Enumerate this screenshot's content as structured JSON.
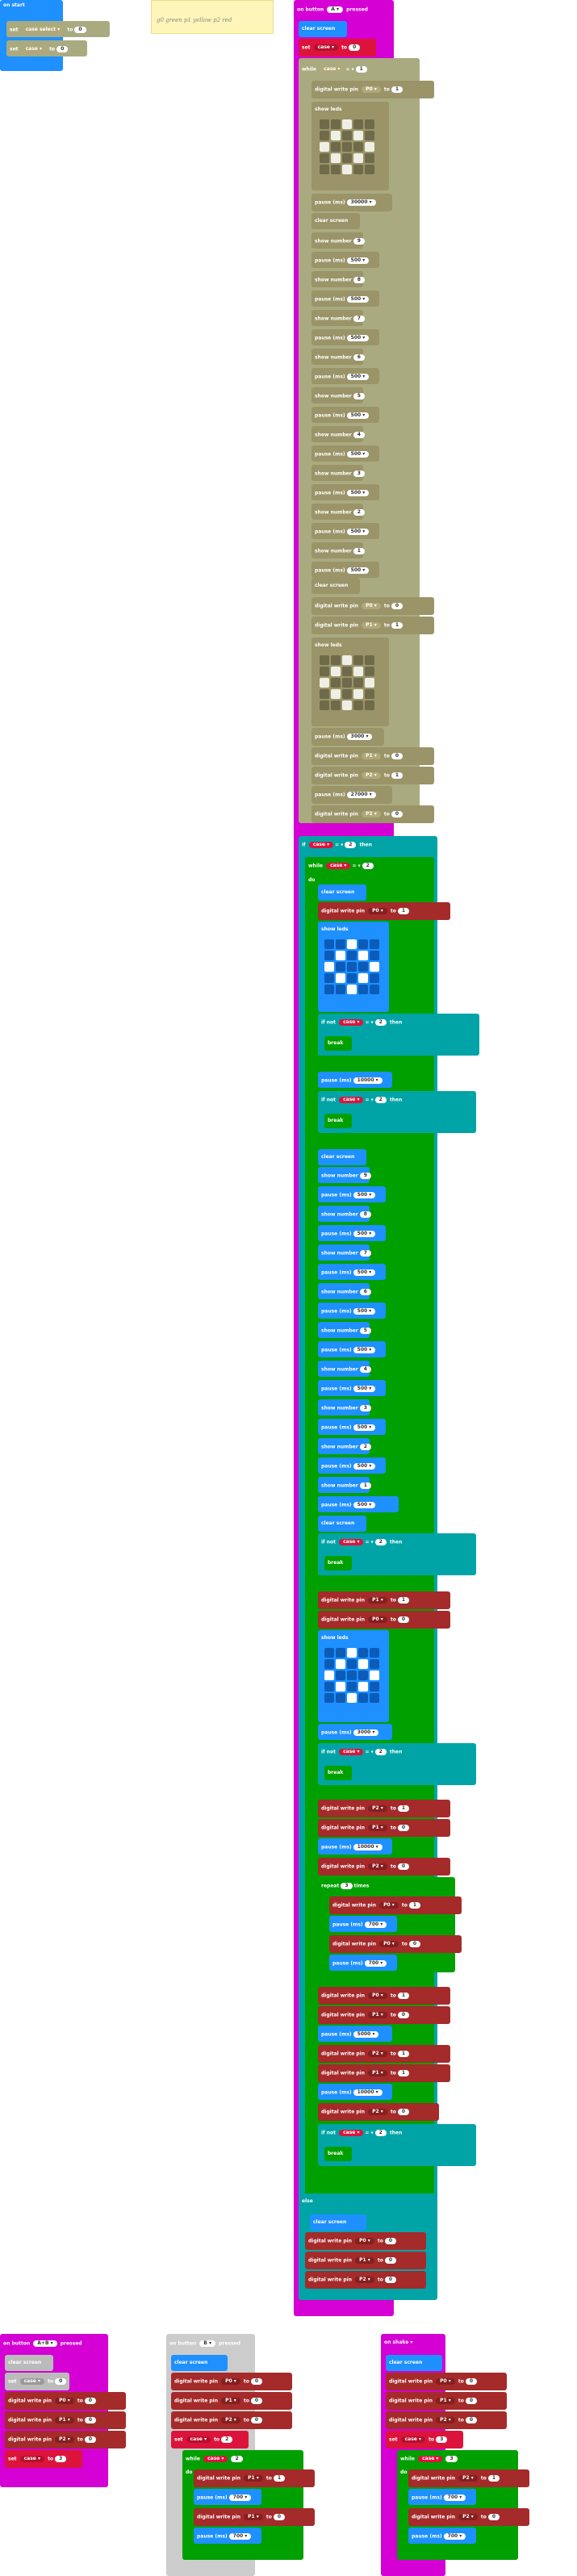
{
  "comment": {
    "text": "g0 green p1 yellow p2 red"
  },
  "on_start": {
    "label": "on start",
    "set1": "set",
    "var1": "case select ▾",
    "to1": "to",
    "val1": "0",
    "set2": "set",
    "var2": "case ▾",
    "to2": "to",
    "val2": "0"
  },
  "btnA": {
    "label": "on button",
    "key": "A ▾",
    "pressed": "pressed",
    "clear": "clear screen",
    "set": "set",
    "var": "case ▾",
    "to": "to",
    "val": "0",
    "while": "while",
    "cond_var": "case ▾",
    "eq": "= ▾",
    "cond_val": "1",
    "dw1": "digital write pin",
    "p1": "P0 ▾",
    "to_a": "to",
    "v_a": "1",
    "show_leds": "show leds",
    "pause1": "pause (ms)",
    "pv1": "30000 ▾",
    "clear2": "clear screen",
    "sn": "show number",
    "pause": "pause (ms)",
    "pv": "500 ▾",
    "nums": [
      "9",
      "8",
      "7",
      "6",
      "5",
      "4",
      "3",
      "2",
      "1"
    ],
    "clear3": "clear screen",
    "dwp2": "P0 ▾",
    "v0": "0",
    "dwp1": "P1 ▾",
    "v1": "1",
    "pv2": "3000 ▾",
    "dwp1b": "P1 ▾",
    "dwp2b": "P2 ▾",
    "pv3": "27000 ▾",
    "dwp2c": "P2 ▾"
  },
  "if_block": {
    "if": "if",
    "var": "case ▾",
    "eq": "= ▾",
    "val": "2",
    "then": "then",
    "while": "while",
    "wvar": "case ▾",
    "wval": "2",
    "do": "do",
    "clear": "clear screen",
    "dw": "digital write pin",
    "p0": "P0 ▾",
    "to": "to",
    "v1": "1",
    "show_leds": "show leds",
    "not": "not",
    "break": "break",
    "pause": "pause (ms)",
    "p10000": "10000 ▾",
    "p500": "500 ▾",
    "p3000": "3000 ▾",
    "p5000": "5000 ▾",
    "p700": "700 ▾",
    "else": "else",
    "repeat": "repeat",
    "times": "times",
    "rep": "3",
    "nums": [
      "9",
      "8",
      "7",
      "6",
      "5",
      "4",
      "3",
      "2",
      "1"
    ],
    "p1": "P1 ▾",
    "p2": "P2 ▾",
    "v0": "0"
  },
  "btnAB": {
    "label": "on button",
    "key": "A+B ▾",
    "pressed": "pressed",
    "clear": "clear screen",
    "set": "set",
    "var": "case ▾",
    "to": "to",
    "val": "0",
    "dw": "digital write pin",
    "p0": "P0 ▾",
    "p1": "P1 ▾",
    "p2": "P2 ▾",
    "v0": "0",
    "sval": "3"
  },
  "btnB": {
    "label": "on button",
    "key": "B ▾",
    "pressed": "pressed",
    "clear": "clear screen",
    "dw": "digital write pin",
    "p0": "P0 ▾",
    "p1": "P1 ▾",
    "p2": "P2 ▾",
    "v0": "0",
    "set": "set",
    "var": "case ▾",
    "to": "to",
    "sval": "2",
    "while": "while",
    "wval": "2",
    "do": "do",
    "pause": "pause (ms)",
    "p700": "700 ▾",
    "v1": "1"
  },
  "shake": {
    "label": "on shake ▾",
    "clear": "clear screen",
    "dw": "digital write pin",
    "p0": "P0 ▾",
    "p1": "P1 ▾",
    "p2": "P2 ▾",
    "v0": "0",
    "set": "set",
    "var": "case ▾",
    "to": "to",
    "sval": "3",
    "while": "while",
    "wval": "3",
    "do": "do",
    "pause": "pause (ms)",
    "p700": "700 ▾",
    "v1": "1"
  },
  "colors": {
    "basic": "#1e90ff",
    "event": "#d400d4",
    "variable": "#dc143c",
    "pins": "#a52a2a",
    "loops": "#00a000",
    "logic": "#00a4a6"
  }
}
